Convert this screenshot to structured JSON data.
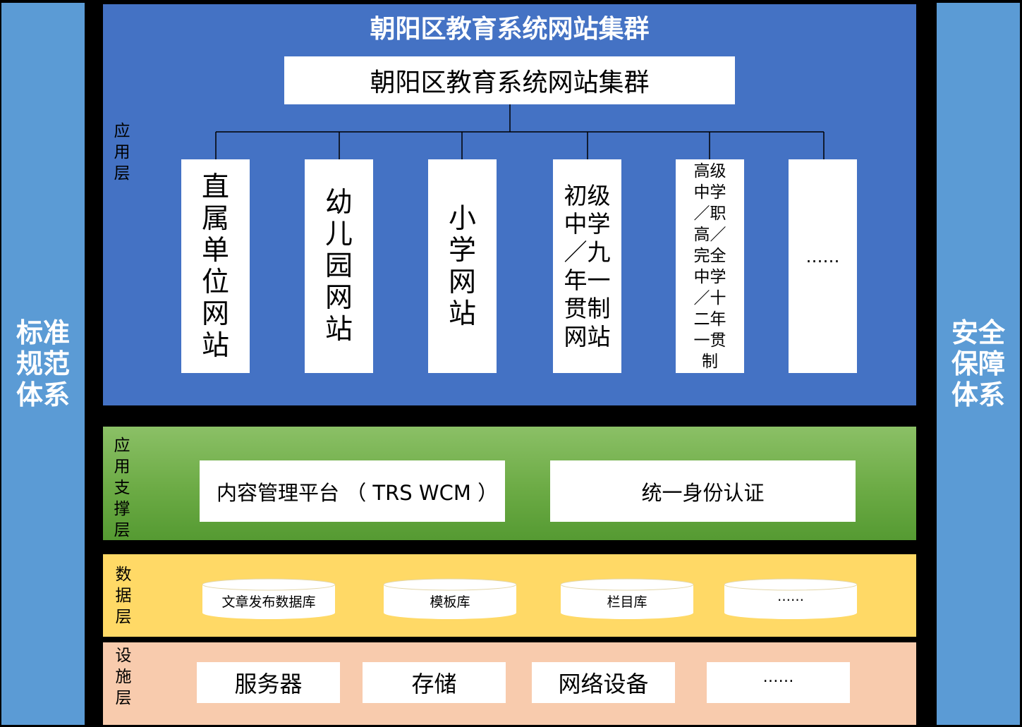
{
  "left_panel": {
    "label": "标准规范体系"
  },
  "right_panel": {
    "label": "安全保障体系"
  },
  "app_layer": {
    "label": "应用层",
    "title": "朝阳区教育系统网站集群",
    "cluster_box": "朝阳区教育系统网站集群",
    "sites": [
      {
        "label": "直属单位网站"
      },
      {
        "label": "幼儿园网站"
      },
      {
        "label": "小学网站"
      },
      {
        "label": "初级中学／九年一贯制网站"
      },
      {
        "label": "高级中学／职高／完全中学／十二年一贯制"
      },
      {
        "label": "……"
      }
    ]
  },
  "support_layer": {
    "label": "应用支撑层",
    "items": [
      {
        "label": "内容管理平台 （ TRS WCM ）"
      },
      {
        "label": "统一身份认证"
      }
    ]
  },
  "data_layer": {
    "label": "数据层",
    "items": [
      {
        "label": "文章发布数据库"
      },
      {
        "label": "模板库"
      },
      {
        "label": "栏目库"
      },
      {
        "label": "……"
      }
    ]
  },
  "infra_layer": {
    "label": "设施层",
    "items": [
      {
        "label": "服务器"
      },
      {
        "label": "存储"
      },
      {
        "label": "网络设备"
      },
      {
        "label": "……"
      }
    ]
  },
  "colors": {
    "side_panel": "#5b9bd5",
    "app_layer": "#4472c4",
    "support_layer": "#6cab45",
    "data_layer": "#ffd966",
    "infra_layer": "#f8cbad"
  }
}
